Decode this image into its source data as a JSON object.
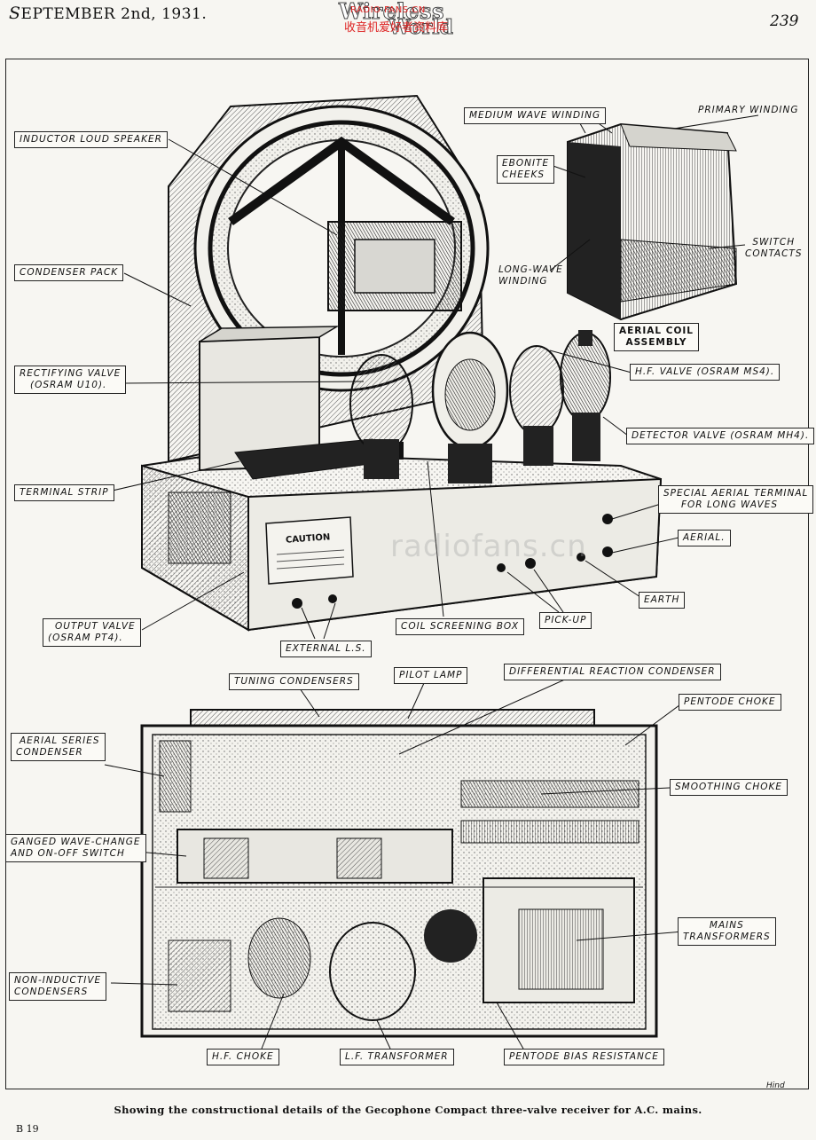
{
  "header": {
    "date_prefix": "S",
    "date_rest": "EPTEMBER 2nd, 1931.",
    "masthead_line1": "Wireless",
    "masthead_line2": "World",
    "watermark_line1": "RADIO FANS.CN",
    "watermark_line2": "收音机爱好者资料库",
    "page_number": "239"
  },
  "labels": {
    "inductor_speaker": "INDUCTOR LOUD SPEAKER",
    "condenser_pack": "CONDENSER PACK",
    "rectifying_valve_1": "RECTIFYING VALVE",
    "rectifying_valve_2": "(OSRAM U10).",
    "terminal_strip": "TERMINAL STRIP",
    "output_valve_1": "OUTPUT VALVE",
    "output_valve_2": "(OSRAM PT4).",
    "external_ls": "EXTERNAL L.S.",
    "coil_screening_box": "COIL SCREENING BOX",
    "pick_up": "PICK-UP",
    "earth": "EARTH",
    "aerial": "AERIAL.",
    "special_aerial_1": "SPECIAL AERIAL TERMINAL",
    "special_aerial_2": "FOR LONG WAVES",
    "detector_valve": "DETECTOR VALVE (OSRAM MH4).",
    "hf_valve": "H.F. VALVE (OSRAM MS4).",
    "medium_wave": "MEDIUM WAVE WINDING",
    "primary_winding": "PRIMARY WINDING",
    "ebonite_1": "EBONITE",
    "ebonite_2": "CHEEKS",
    "switch_contacts_1": "SWITCH",
    "switch_contacts_2": "CONTACTS",
    "long_wave_1": "LONG-WAVE",
    "long_wave_2": "WINDING",
    "aerial_coil_1": "AERIAL COIL",
    "aerial_coil_2": "ASSEMBLY",
    "tuning_condensers": "TUNING CONDENSERS",
    "pilot_lamp": "PILOT LAMP",
    "differential_reaction": "DIFFERENTIAL REACTION CONDENSER",
    "pentode_choke": "PENTODE CHOKE",
    "aerial_series_1": "AERIAL SERIES",
    "aerial_series_2": "CONDENSER",
    "smoothing_choke": "SMOOTHING CHOKE",
    "ganged_1": "GANGED WAVE-CHANGE",
    "ganged_2": "AND ON-OFF SWITCH",
    "mains_1": "MAINS",
    "mains_2": "TRANSFORMERS",
    "non_inductive_1": "NON-INDUCTIVE",
    "non_inductive_2": "CONDENSERS",
    "hf_choke": "H.F. CHOKE",
    "lf_transformer": "L.F. TRANSFORMER",
    "pentode_bias": "PENTODE BIAS RESISTANCE"
  },
  "drawing": {
    "caution": "CAUTION",
    "watermark_center": "radiofans.cn",
    "signature": "Hind"
  },
  "caption": "Showing the constructional details of the Gecophone Compact three-valve receiver for A.C. mains.",
  "footer_ref": "B 19"
}
